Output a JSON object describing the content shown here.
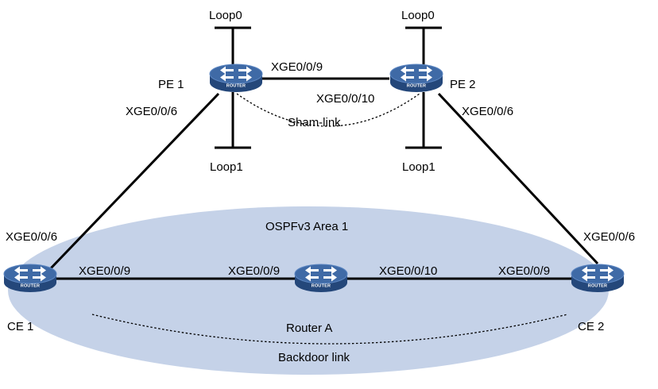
{
  "colors": {
    "area_fill": "#c5d2e8",
    "router_top": "#3f6aa6",
    "router_side": "#24477a",
    "line": "#000000"
  },
  "area": {
    "label": "OSPFv3 Area 1"
  },
  "devices": {
    "pe1": {
      "name": "PE 1",
      "badge": "ROUTER",
      "icon": "router-icon",
      "loop_top": "Loop0",
      "loop_bottom": "Loop1"
    },
    "pe2": {
      "name": "PE 2",
      "badge": "ROUTER",
      "icon": "router-icon",
      "loop_top": "Loop0",
      "loop_bottom": "Loop1"
    },
    "ce1": {
      "name": "CE 1",
      "badge": "ROUTER",
      "icon": "router-icon"
    },
    "ce2": {
      "name": "CE 2",
      "badge": "ROUTER",
      "icon": "router-icon"
    },
    "ra": {
      "name": "Router A",
      "badge": "ROUTER",
      "icon": "router-icon"
    }
  },
  "interfaces": {
    "pe1_to_pe2": "XGE0/0/9",
    "pe2_to_pe1": "XGE0/0/10",
    "pe1_to_ce1": "XGE0/0/6",
    "pe2_to_ce2": "XGE0/0/6",
    "ce1_to_pe1": "XGE0/0/6",
    "ce2_to_pe2": "XGE0/0/6",
    "ce1_to_ra": "XGE0/0/9",
    "ra_to_ce1": "XGE0/0/9",
    "ra_to_ce2": "XGE0/0/10",
    "ce2_to_ra": "XGE0/0/9"
  },
  "links": {
    "sham_link": "Sham-link",
    "backdoor_link": "Backdoor link"
  }
}
